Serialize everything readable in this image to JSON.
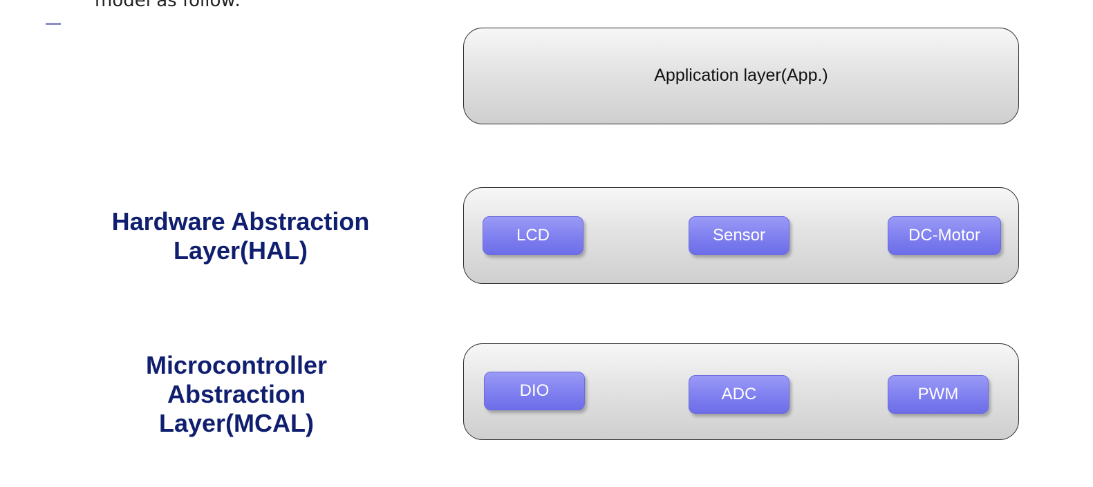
{
  "top_text": "model as follow:",
  "layers": {
    "application": {
      "label": "Application layer(App.)"
    },
    "hal": {
      "title_lines": [
        "Hardware Abstraction",
        "Layer(HAL)"
      ],
      "modules": [
        "LCD",
        "Sensor",
        "DC-Motor"
      ]
    },
    "mcal": {
      "title_lines": [
        "Microcontroller",
        "Abstraction",
        "Layer(MCAL)"
      ],
      "modules": [
        "DIO",
        "ADC",
        "PWM"
      ]
    }
  },
  "colors": {
    "title": "#0f1e6e",
    "module_fill": "#8282f0",
    "layer_fill": "#dcdcdc"
  }
}
